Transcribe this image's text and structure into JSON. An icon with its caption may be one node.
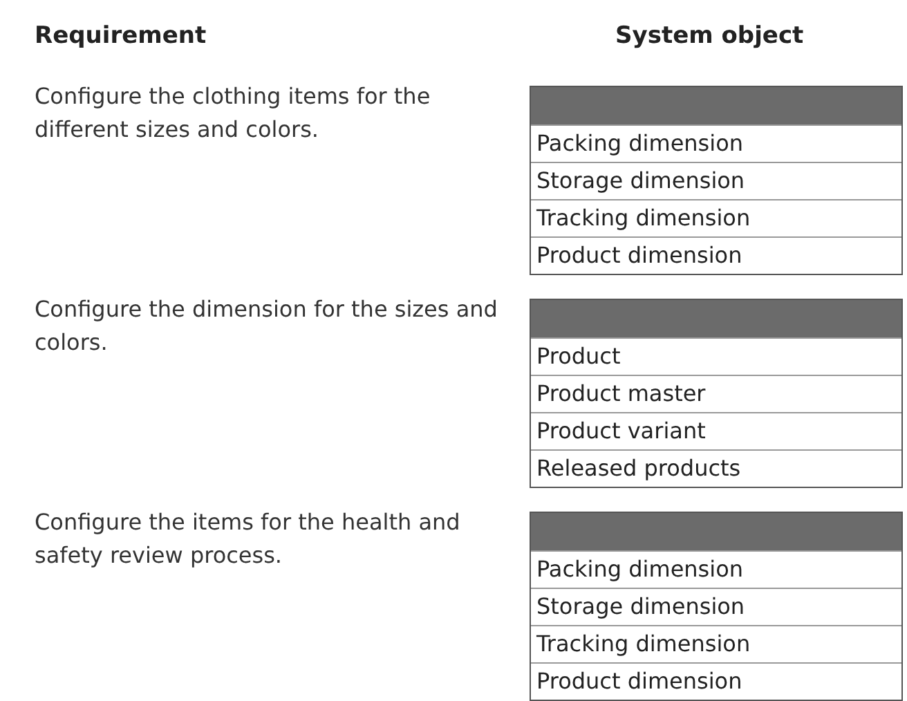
{
  "diagram": {
    "nodes": [
      {
        "text": [
          "Packing dimension",
          "Storage dimension",
          "Tracking dimension",
          "Product dimension"
        ]
      },
      {
        "text": [
          "Product",
          "Product master",
          "Product variant",
          "Released products"
        ]
      },
      {
        "text": [
          "Packing dimension",
          "Storage dimension",
          "Tracking dimension",
          "Product dimension"
        ]
      }
    ],
    "labels": [
      "Requirement",
      "System object",
      "Configure the clothing items for the different sizes and colors.",
      "Configure the dimension for the sizes and colors.",
      "Configure the items for the health and safety review process."
    ]
  }
}
